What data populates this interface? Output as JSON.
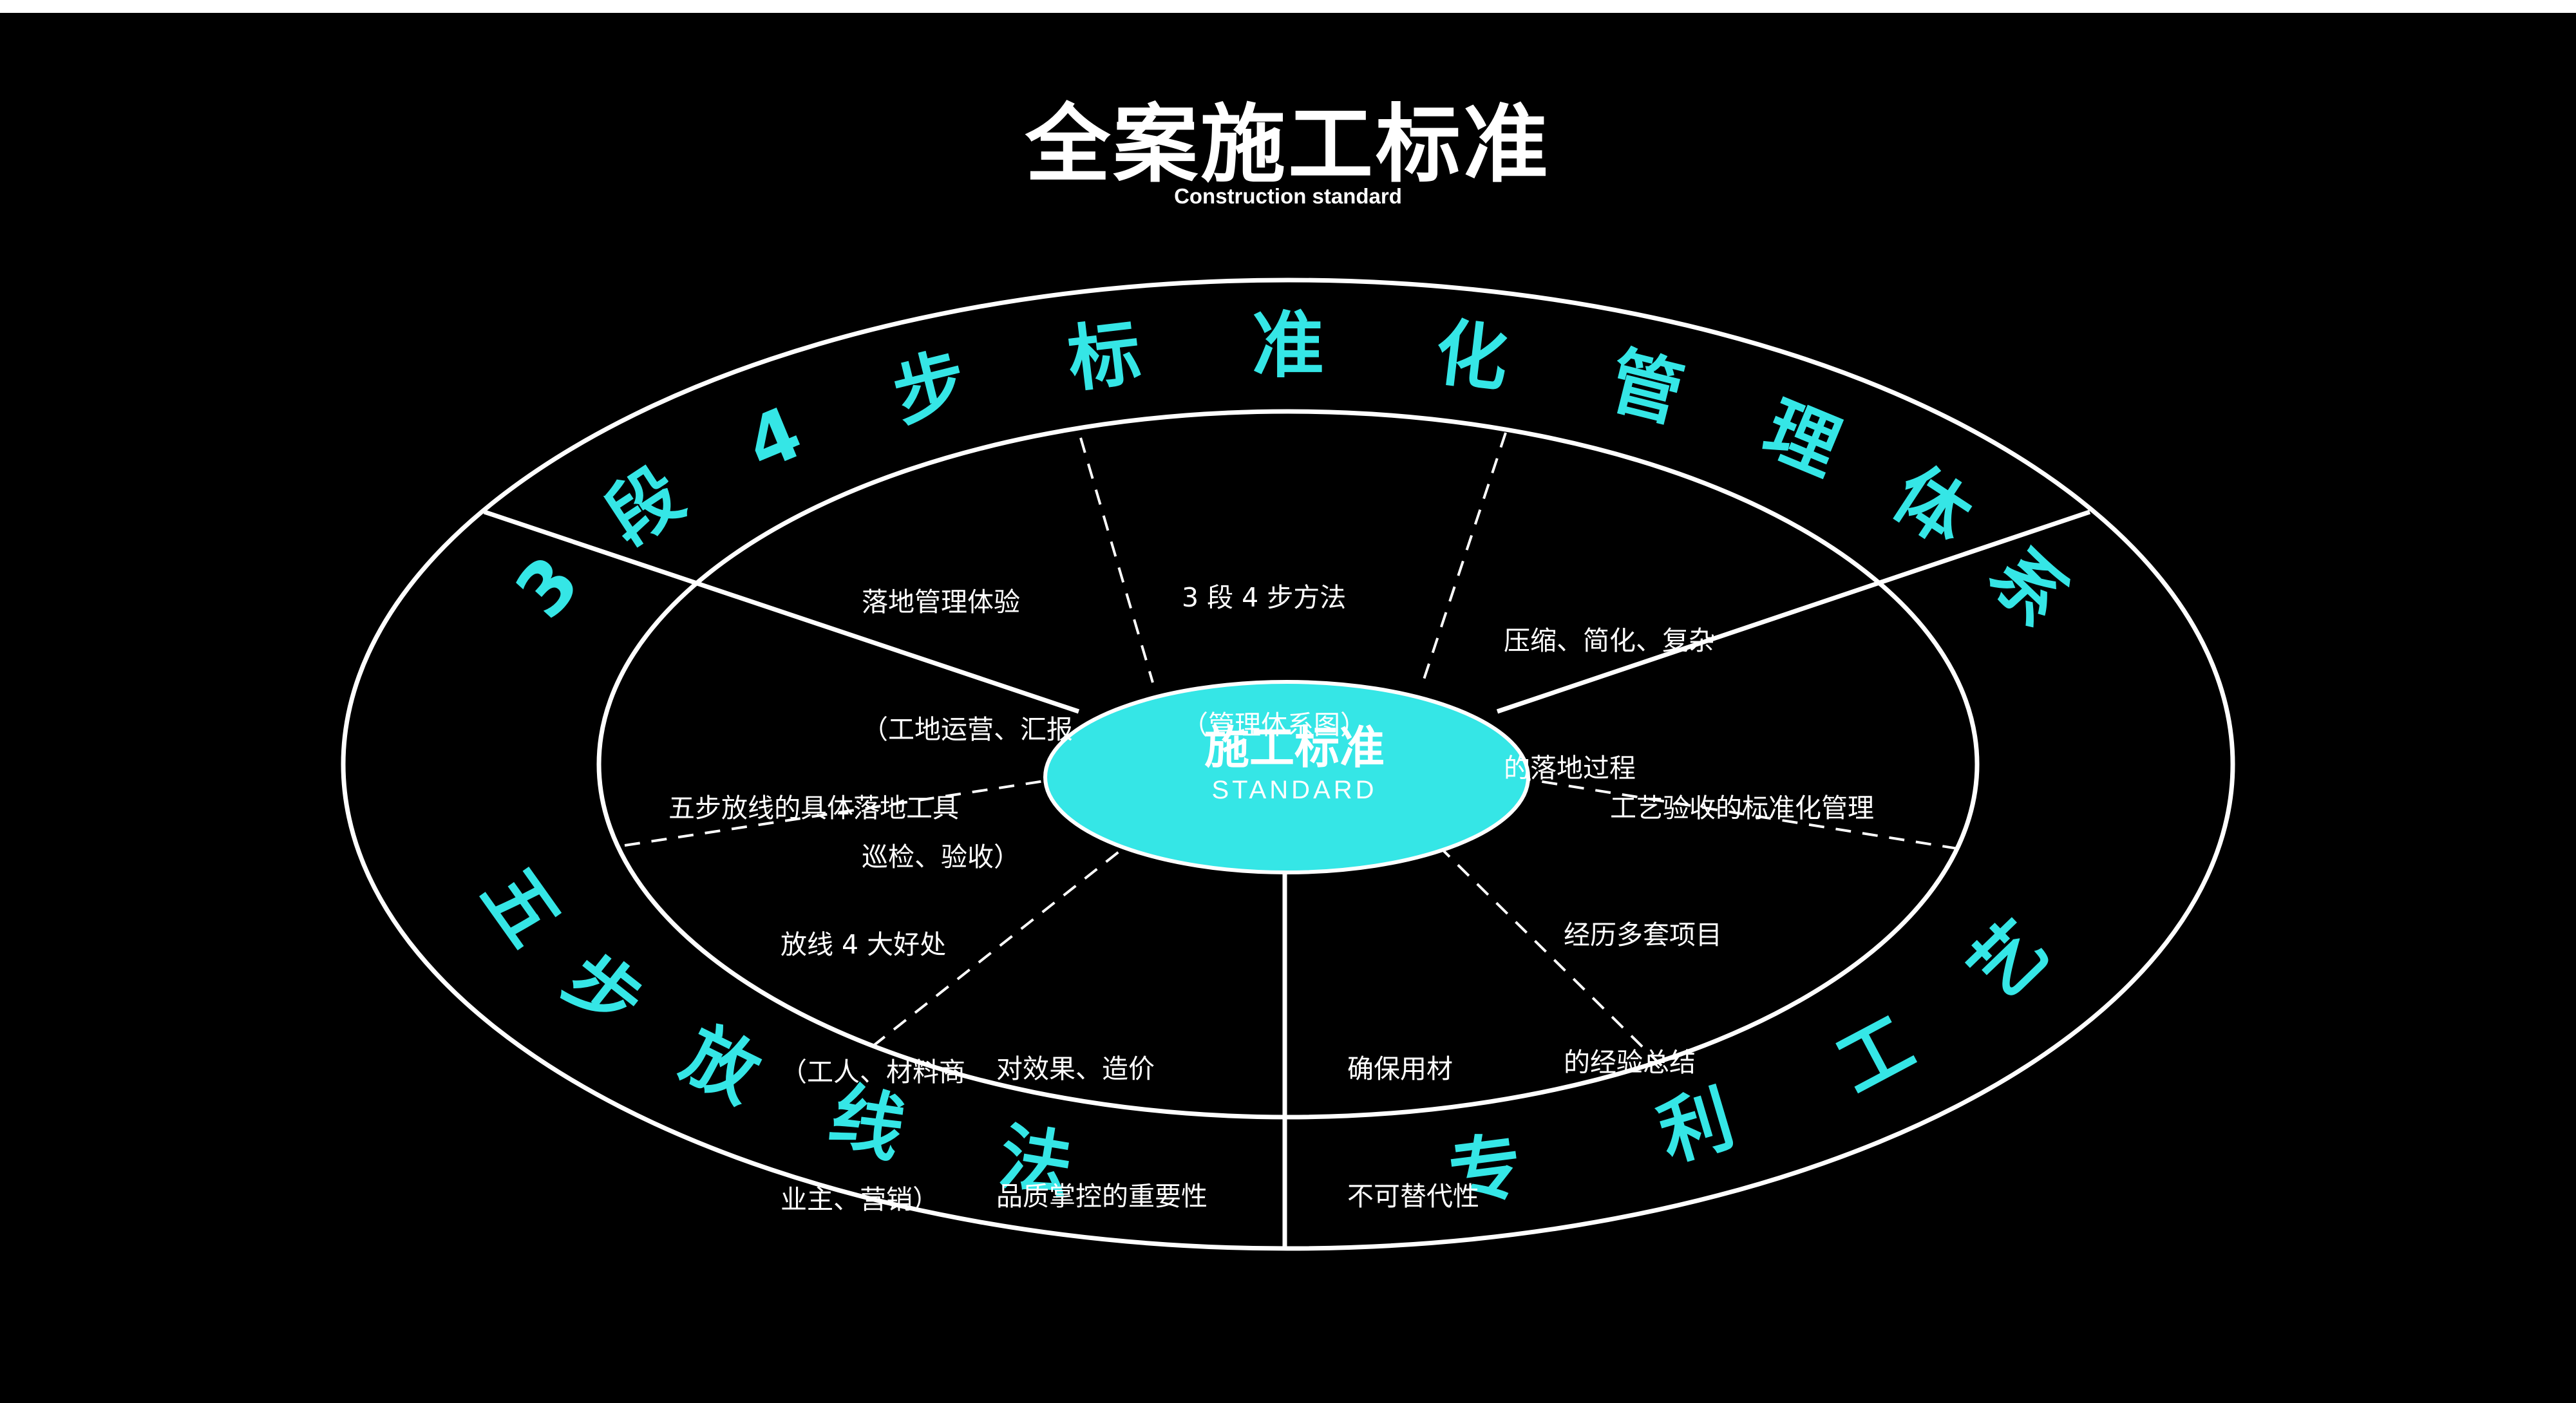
{
  "title": "全案施工标准",
  "subtitle": "Construction standard",
  "center": {
    "title": "施工标准",
    "subtitle": "STANDARD"
  },
  "outer_labels": {
    "top": [
      "3",
      "段",
      "4",
      "步",
      "标",
      "准",
      "化",
      "管",
      "理",
      "体",
      "系"
    ],
    "left": [
      "五",
      "步",
      "放",
      "线",
      "法"
    ],
    "right": [
      "专",
      "利",
      "工",
      "艺"
    ]
  },
  "segments": {
    "top_left": [
      "落地管理体验",
      "（工地运营、汇报",
      "巡检、验收）"
    ],
    "top_middle": [
      "3 段 4 步方法",
      "（管理体系图）"
    ],
    "top_right": [
      "压缩、简化、复杂",
      "的落地过程"
    ],
    "left": [
      "五步放线的具体落地工具"
    ],
    "bottom_left_1": [
      "放线 4 大好处",
      "（工人、材料商",
      "业主、营销）"
    ],
    "bottom_left_2": [
      "对效果、造价",
      "品质掌控的重要性"
    ],
    "right": [
      "工艺验收的标准化管理"
    ],
    "bottom_right_1": [
      "经历多套项目",
      "的经验总结"
    ],
    "bottom_right_2": [
      "确保用材",
      "不可替代性"
    ]
  },
  "colors": {
    "background": "#000000",
    "accent": "#35e6e6",
    "line": "#ffffff"
  }
}
